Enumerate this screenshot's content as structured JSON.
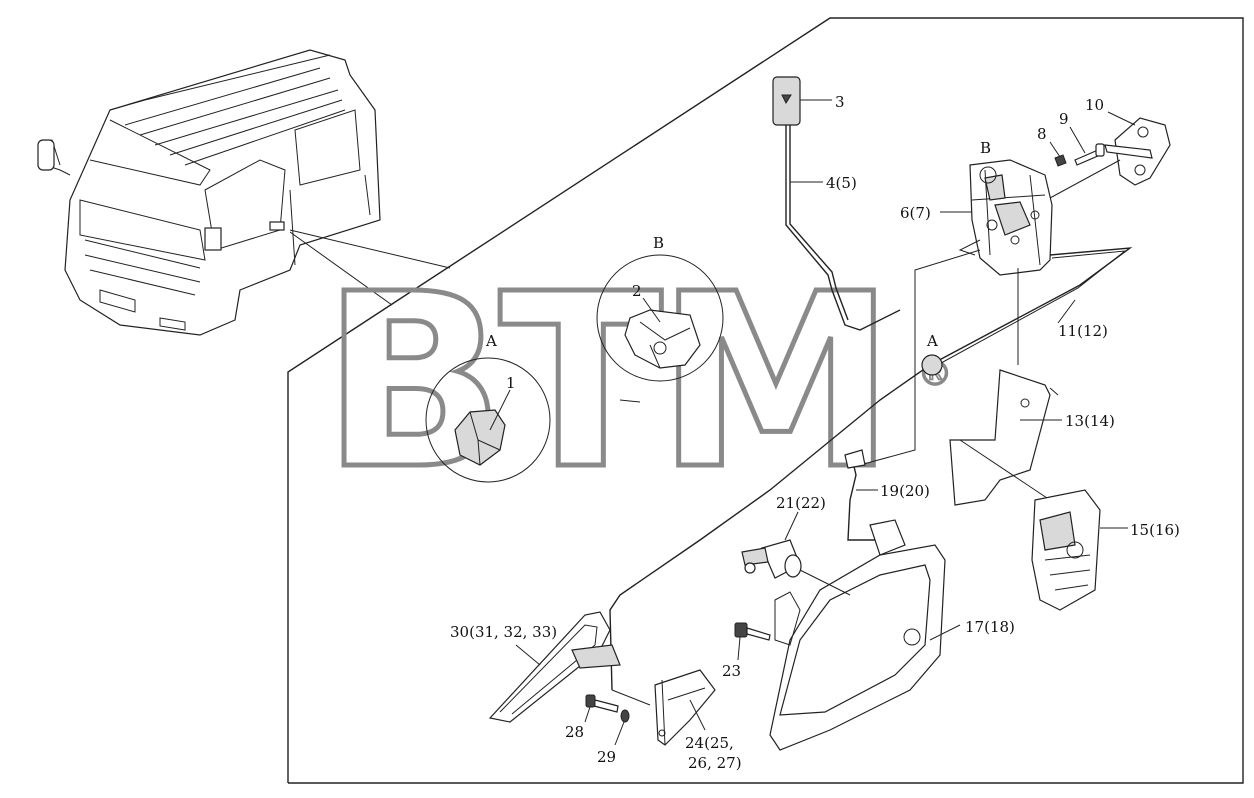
{
  "watermark": {
    "text": "BTM",
    "mark": "®"
  },
  "detail_letters": {
    "a_callout": "A",
    "b_callout": "B",
    "a_main": "A",
    "b_main": "B"
  },
  "labels": {
    "p1": "1",
    "p2": "2",
    "p3": "3",
    "p4": "4(5)",
    "p6": "6(7)",
    "p8": "8",
    "p9": "9",
    "p10": "10",
    "p11": "11(12)",
    "p13": "13(14)",
    "p15": "15(16)",
    "p17": "17(18)",
    "p19": "19(20)",
    "p21": "21(22)",
    "p23": "23",
    "p24a": "24(25,",
    "p24b": "26, 27)",
    "p28": "28",
    "p29": "29",
    "p30": "30(31, 32, 33)"
  }
}
